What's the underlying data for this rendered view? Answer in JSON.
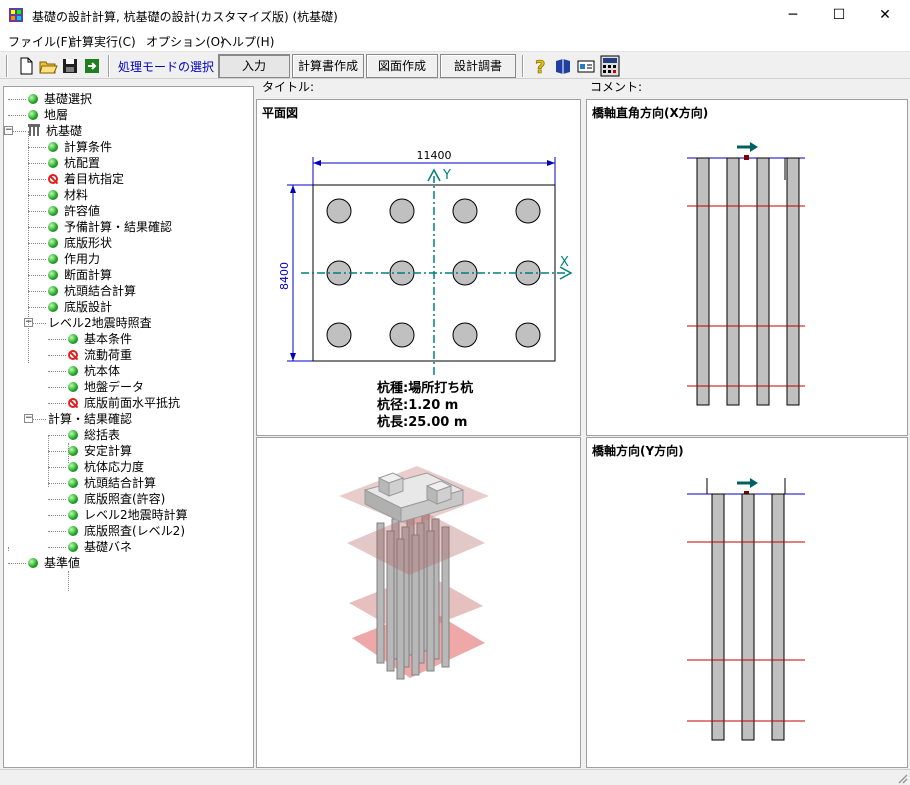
{
  "window": {
    "title": "基礎の設計計算, 杭基礎の設計(カスタマイズ版) (杭基礎)",
    "minimize": "─",
    "maximize": "☐",
    "close": "✕"
  },
  "menu": [
    "ファイル(F)",
    "計算実行(C)",
    "オプション(O)",
    "ヘルプ(H)"
  ],
  "toolbar": {
    "mode_label": "処理モードの選択",
    "buttons": [
      "入力",
      "計算書作成",
      "図面作成",
      "設計調書"
    ],
    "active": "入力"
  },
  "headers": {
    "title_label": "タイトル:",
    "comment_label": "コメント:"
  },
  "tree": [
    {
      "label": "基礎選択",
      "icon": "green-dot"
    },
    {
      "label": "地層",
      "icon": "green-dot"
    },
    {
      "label": "杭基礎",
      "icon": "pile-icon"
    },
    {
      "label": "計算条件",
      "icon": "green-dot"
    },
    {
      "label": "杭配置",
      "icon": "green-dot"
    },
    {
      "label": "着目杭指定",
      "icon": "prohibited"
    },
    {
      "label": "材料",
      "icon": "green-dot"
    },
    {
      "label": "許容値",
      "icon": "green-dot"
    },
    {
      "label": "予備計算・結果確認",
      "icon": "green-dot"
    },
    {
      "label": "底版形状",
      "icon": "green-dot"
    },
    {
      "label": "作用力",
      "icon": "green-dot"
    },
    {
      "label": "断面計算",
      "icon": "green-dot"
    },
    {
      "label": "杭頭結合計算",
      "icon": "green-dot"
    },
    {
      "label": "底版設計",
      "icon": "green-dot"
    },
    {
      "label": "レベル2地震時照査",
      "icon": "none"
    },
    {
      "label": "基本条件",
      "icon": "green-dot"
    },
    {
      "label": "流動荷重",
      "icon": "prohibited"
    },
    {
      "label": "杭本体",
      "icon": "green-dot"
    },
    {
      "label": "地盤データ",
      "icon": "green-dot"
    },
    {
      "label": "底版前面水平抵抗",
      "icon": "prohibited"
    },
    {
      "label": "計算・結果確認",
      "icon": "none"
    },
    {
      "label": "総括表",
      "icon": "green-dot"
    },
    {
      "label": "安定計算",
      "icon": "green-dot"
    },
    {
      "label": "杭体応力度",
      "icon": "green-dot"
    },
    {
      "label": "杭頭結合計算",
      "icon": "green-dot"
    },
    {
      "label": "底版照査(許容)",
      "icon": "green-dot"
    },
    {
      "label": "レベル2地震時計算",
      "icon": "green-dot"
    },
    {
      "label": "底版照査(レベル2)",
      "icon": "green-dot"
    },
    {
      "label": "基礎バネ",
      "icon": "green-dot"
    },
    {
      "label": "基準値",
      "icon": "green-dot"
    }
  ],
  "plan": {
    "title": "平面図",
    "width_dim": "11400",
    "depth_dim": "8400",
    "axis_x": "X",
    "axis_y": "Y",
    "rows": 3,
    "cols": 4,
    "pile_type": "杭種:場所打ち杭",
    "pile_diameter": "杭径:1.20 m",
    "pile_length": "杭長:25.00 m"
  },
  "elev_x": {
    "title": "橋軸直角方向(X方向)",
    "piles": 4
  },
  "elev_y": {
    "title": "橋軸方向(Y方向)",
    "piles": 3
  },
  "colors": {
    "dim": "#0000c0",
    "axis": "#008080",
    "soil_line": "#c00000",
    "pile": "#c0c0c0"
  }
}
